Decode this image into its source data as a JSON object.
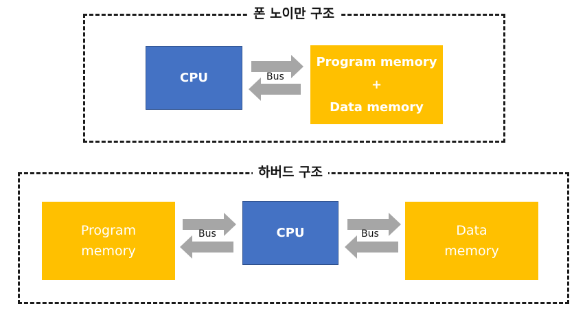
{
  "von_neumann": {
    "title": "폰 노이만 구조",
    "cpu_label": "CPU",
    "bus_label": "Bus",
    "memory_lines": [
      "Program memory",
      "+",
      "Data memory"
    ]
  },
  "harvard": {
    "title": "하버드 구조",
    "program_memory_lines": [
      "Program",
      "memory"
    ],
    "cpu_label": "CPU",
    "left_bus_label": "Bus",
    "right_bus_label": "Bus",
    "data_memory_lines": [
      "Data",
      "memory"
    ]
  },
  "colors": {
    "cpu": "#4472c4",
    "memory": "#ffc000",
    "arrow": "#a6a6a6",
    "frame": "#1a1a1a"
  }
}
